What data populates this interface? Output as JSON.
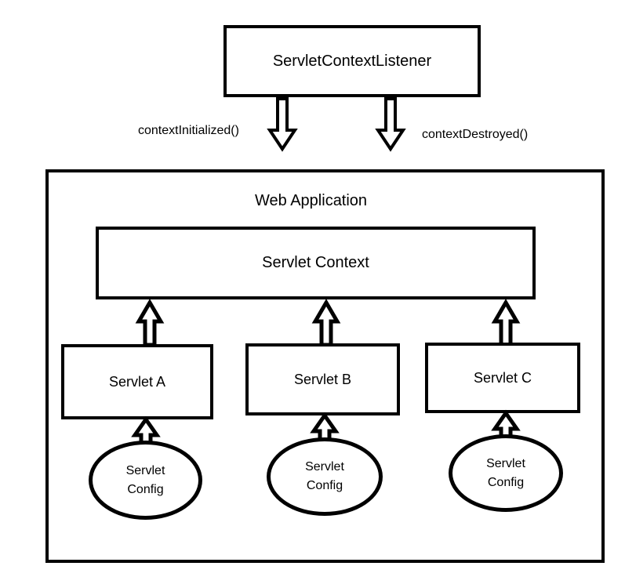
{
  "diagram": {
    "title_node": {
      "label": "ServletContextListener"
    },
    "callouts": [
      {
        "label": "contextInitialized()",
        "name": "context-initialized-label"
      },
      {
        "label": "contextDestroyed()",
        "name": "context-destroyed-label"
      }
    ],
    "web_application": {
      "label": "Web Application"
    },
    "servlet_context": {
      "label": "Servlet Context"
    },
    "servlets": [
      {
        "label": "Servlet A"
      },
      {
        "label": "Servlet B"
      },
      {
        "label": "Servlet C"
      }
    ],
    "configs": [
      {
        "line1": "Servlet",
        "line2": "Config"
      },
      {
        "line1": "Servlet",
        "line2": "Config"
      },
      {
        "line1": "Servlet",
        "line2": "Config"
      }
    ],
    "colors": {
      "stroke": "#000000",
      "fill": "#ffffff",
      "text": "#000000"
    }
  }
}
